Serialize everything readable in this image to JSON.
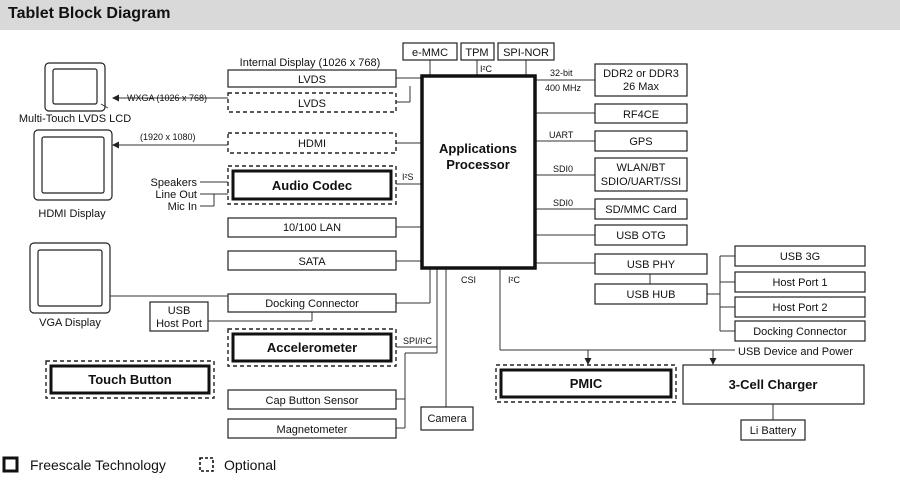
{
  "header": {
    "title": "Tablet Block Diagram"
  },
  "processor": {
    "line1": "Applications",
    "line2": "Processor"
  },
  "top_blocks": {
    "emmc": "e-MMC",
    "tpm": "TPM",
    "spi_nor": "SPI-NOR",
    "i2c": "I²C"
  },
  "memory": {
    "bus_width": "32-bit",
    "bus_speed": "400 MHz",
    "line1": "DDR2 or DDR3",
    "line2": "26 Max"
  },
  "left_blocks": {
    "internal_display": "Internal Display (1026 x 768)",
    "lvds_1": "LVDS",
    "lvds_2": "LVDS",
    "wxga": "WXGA (1026 x 768)",
    "hdmi_res": "(1920 x 1080)",
    "hdmi": "HDMI",
    "audio_codec": "Audio Codec",
    "i2s": "I²S",
    "speakers": "Speakers",
    "line_out": "Line Out",
    "mic_in": "Mic In",
    "lan": "10/100 LAN",
    "sata": "SATA",
    "docking_connector": "Docking Connector",
    "usb_host_1": "USB",
    "usb_host_2": "Host Port",
    "accelerometer": "Accelerometer",
    "spi_i2c": "SPI/I²C",
    "touch_button": "Touch Button",
    "cap_button_sensor": "Cap Button Sensor",
    "magnetometer": "Magnetometer",
    "camera": "Camera",
    "csi": "CSI",
    "i2c_bottom": "I²C"
  },
  "displays": {
    "lvds_lcd": "Multi-Touch LVDS LCD",
    "hdmi_display": "HDMI Display",
    "vga_display": "VGA Display"
  },
  "right_blocks": {
    "rf4ce": "RF4CE",
    "uart": "UART",
    "gps": "GPS",
    "sdio_1": "SDI0",
    "wlan_1": "WLAN/BT",
    "wlan_2": "SDIO/UART/SSI",
    "sdio_2": "SDI0",
    "sdmmc": "SD/MMC Card",
    "usb_otg": "USB OTG",
    "usb_phy": "USB PHY",
    "usb_hub": "USB HUB",
    "usb_3g": "USB 3G",
    "host_port_1": "Host Port 1",
    "host_port_2": "Host Port 2",
    "docking_connector_r": "Docking Connector",
    "usb_device_power": "USB Device and Power",
    "pmic": "PMIC",
    "charger": "3-Cell Charger",
    "battery": "Li Battery"
  },
  "legend": {
    "freescale": "Freescale Technology",
    "optional": "Optional"
  }
}
